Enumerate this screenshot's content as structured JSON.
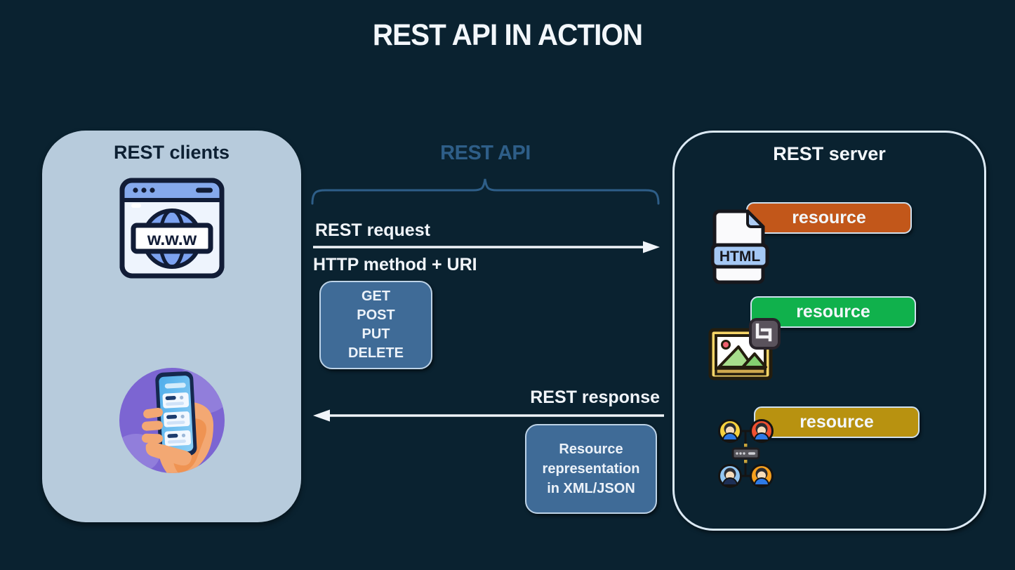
{
  "title": "REST API IN ACTION",
  "colors": {
    "background": "#0a2230",
    "client_panel": "#b7cbdc",
    "accent_blue": "#2e5e88",
    "box_fill": "#3f6b97",
    "box_border": "#bdd3e7",
    "arrow": "#f0f4f9",
    "resource_orange": "#c2571a",
    "resource_green": "#10b14c",
    "resource_gold": "#b89210"
  },
  "clients_panel": {
    "label": "REST clients",
    "icons": [
      "www-browser-icon",
      "phone-in-hand-icon"
    ],
    "browser_badge": "w.w.w"
  },
  "api": {
    "label": "REST API",
    "request_label": "REST request",
    "request_sublabel": "HTTP method + URI",
    "methods": [
      "GET",
      "POST",
      "PUT",
      "DELETE"
    ],
    "response_label": "REST response",
    "response_box": [
      "Resource",
      "representation",
      "in XML/JSON"
    ]
  },
  "server_panel": {
    "label": "REST server",
    "resources": [
      {
        "label": "resource",
        "color": "#c2571a",
        "icon": "html-file-icon",
        "icon_text": "HTML"
      },
      {
        "label": "resource",
        "color": "#10b14c",
        "icon": "image-icon",
        "icon_text": ""
      },
      {
        "label": "resource",
        "color": "#b89210",
        "icon": "users-network-icon",
        "icon_text": ""
      }
    ]
  }
}
